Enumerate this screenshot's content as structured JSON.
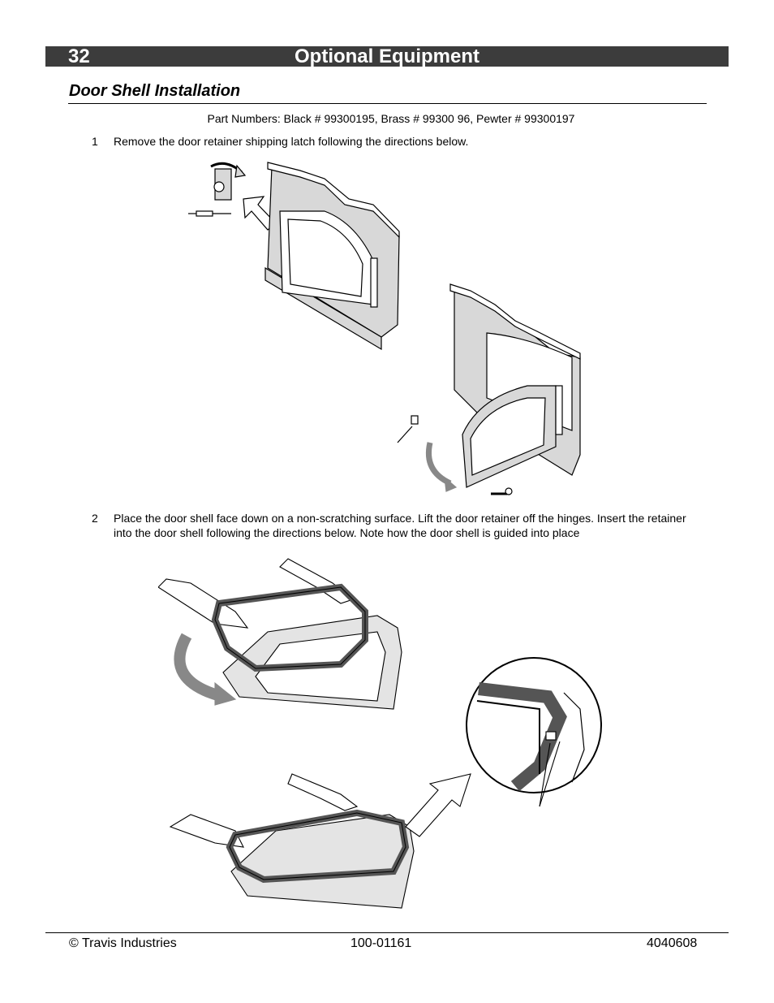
{
  "header": {
    "page_number": "32",
    "title": "Optional Equipment"
  },
  "section": {
    "title": "Door Shell Installation",
    "part_numbers": "Part Numbers: Black # 99300195, Brass # 99300  96, Pewter # 99300197"
  },
  "steps": [
    {
      "number": "1",
      "text": "Remove the door retainer shipping latch following the directions below."
    },
    {
      "number": "2",
      "text": "Place the door shell face down on a non-scratching surface.  Lift the door retainer off the hinges.  Insert the retainer into the door shell following the directions below.  Note how the door shell is guided into place"
    }
  ],
  "footer": {
    "copyright": "© Travis Industries",
    "doc_number": "100-01161",
    "date_code": "4040608"
  },
  "colors": {
    "header_bg": "#3c3c3c",
    "header_text": "#ffffff",
    "figure_gray": "#d8d8d8",
    "gasket": "#8a8a8a"
  }
}
